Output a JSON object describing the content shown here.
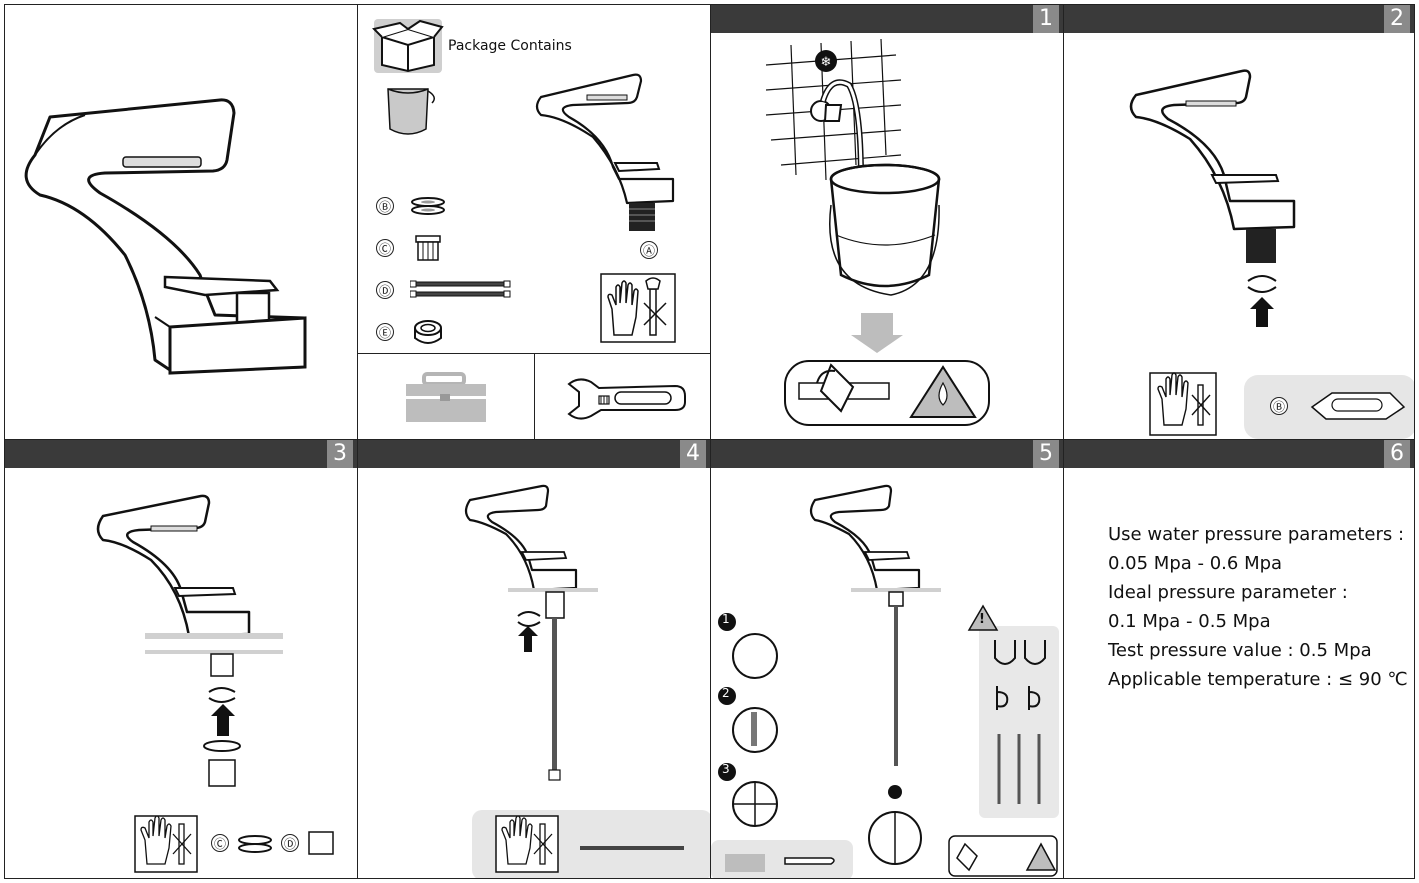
{
  "package": {
    "title": "Package Contains",
    "labels": {
      "a": "Ⓐ",
      "b": "Ⓑ",
      "c": "Ⓒ",
      "d": "Ⓓ",
      "e": "Ⓔ"
    }
  },
  "steps": {
    "s1": "1",
    "s2": "2",
    "s3": "3",
    "s4": "4",
    "s5": "5",
    "s6": "6"
  },
  "step2": {
    "label_b": "Ⓑ"
  },
  "step3": {
    "label_c": "Ⓒ",
    "label_d": "Ⓓ"
  },
  "step5": {
    "sub1": "1",
    "sub2": "2",
    "sub3": "3",
    "warning": "!"
  },
  "specs": {
    "line1": "Use water pressure parameters :",
    "line2": "0.05 Mpa - 0.6 Mpa",
    "line3": "Ideal pressure parameter :",
    "line4": "0.1 Mpa - 0.5 Mpa",
    "line5": "Test pressure value : 0.5 Mpa",
    "line6": "Applicable temperature : ≤ 90 ℃"
  },
  "icons": [
    "faucet-icon",
    "box-icon",
    "bag-icon",
    "washer-icon",
    "hose-icon",
    "gloves-icon",
    "wrench-icon",
    "toolbox-icon",
    "bucket-icon",
    "warning-icon",
    "valve-icon",
    "snowflake-icon",
    "rotate-icon",
    "arrow-up-icon"
  ]
}
